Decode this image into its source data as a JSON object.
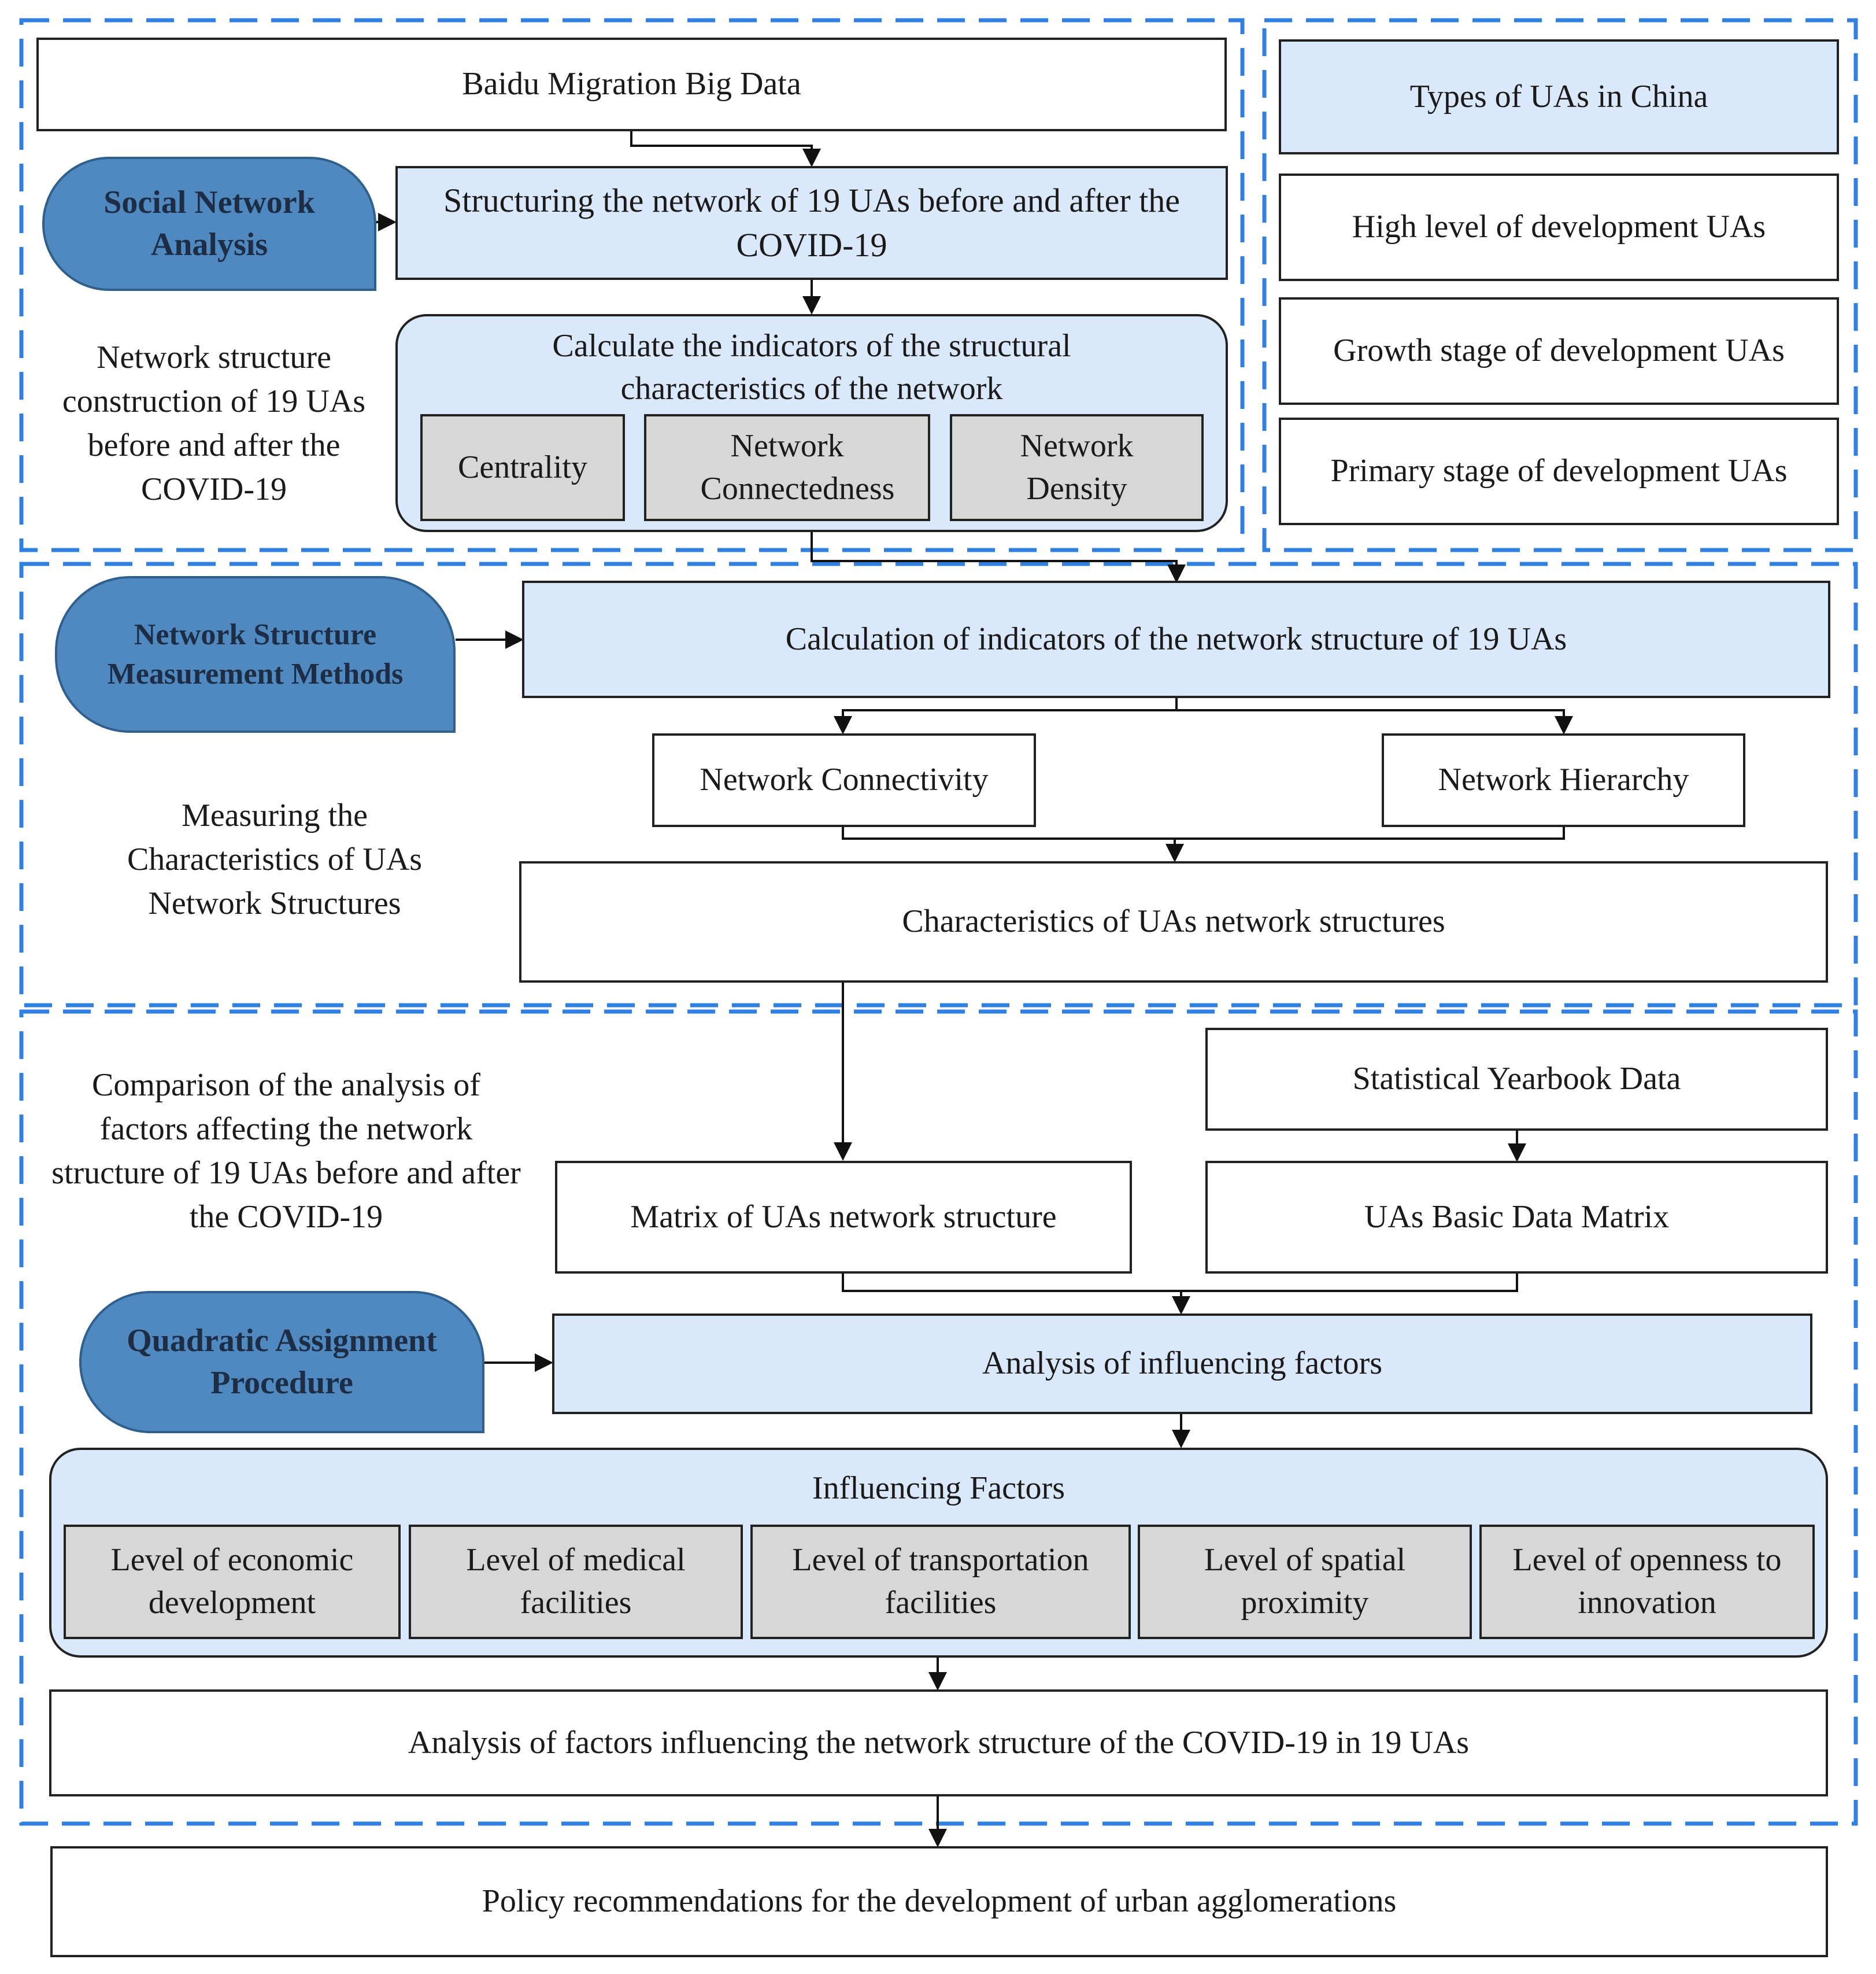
{
  "top": {
    "source": "Baidu Migration Big Data",
    "method": "Social Network Analysis",
    "structuring": "Structuring the network of 19 UAs before and after the COVID-19",
    "indicators_title": "Calculate the indicators of the structural characteristics of the network",
    "indicators": [
      "Centrality",
      "Network Connectedness",
      "Network Density"
    ],
    "note": "Network structure construction of 19 UAs before and after the COVID-19"
  },
  "types": {
    "title": "Types of UAs in China",
    "items": [
      "High level of development UAs",
      "Growth stage of development UAs",
      "Primary stage of development UAs"
    ]
  },
  "middle": {
    "method": "Network Structure Measurement Methods",
    "calculation": "Calculation of indicators of the network structure of 19 UAs",
    "connectivity": "Network Connectivity",
    "hierarchy": "Network Hierarchy",
    "characteristics": "Characteristics of UAs network structures",
    "note": "Measuring the Characteristics of UAs Network Structures"
  },
  "bottom": {
    "note": "Comparison of the analysis of factors affecting the network structure of 19 UAs before and after the COVID-19",
    "yearbook": "Statistical Yearbook Data",
    "network_matrix": "Matrix of UAs network structure",
    "basic_matrix": "UAs Basic Data Matrix",
    "method": "Quadratic Assignment Procedure",
    "analysis": "Analysis of influencing factors",
    "factors_title": "Influencing Factors",
    "factors": [
      "Level of economic development",
      "Level of medical facilities",
      "Level of transportation facilities",
      "Level of spatial proximity",
      "Level of openness to innovation"
    ],
    "result": "Analysis of factors influencing the network structure of the COVID-19 in 19 UAs"
  },
  "final": "Policy recommendations for the development of urban agglomerations",
  "colors": {
    "dashed_border": "#2f80e0",
    "light_blue_box": "#dae8fb",
    "gray_box": "#d7d7d7",
    "method_shape": "#4f89bf"
  }
}
